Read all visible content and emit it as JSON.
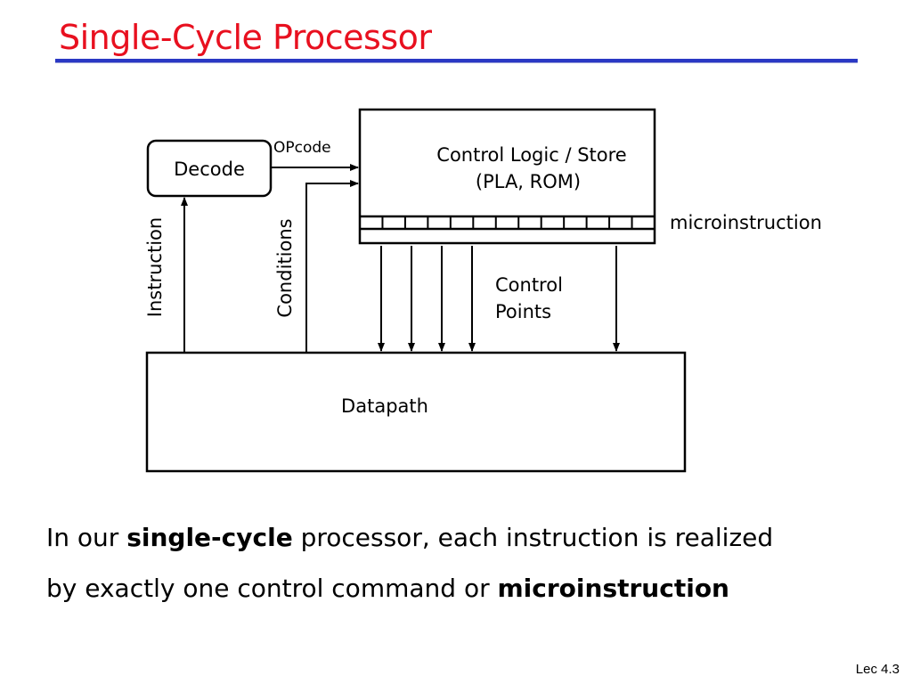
{
  "slide": {
    "title": "Single-Cycle Processor",
    "footer": "Lec 4.3"
  },
  "diagram": {
    "decode_label": "Decode",
    "control_title_line1": "Control Logic / Store",
    "control_title_line2": "(PLA, ROM)",
    "opcode_label": "OPcode",
    "microinstruction_label": "microinstruction",
    "instruction_label": "Instruction",
    "conditions_label": "Conditions",
    "control_points_line1": "Control",
    "control_points_line2": "Points",
    "datapath_label": "Datapath"
  },
  "body": {
    "line1_pre": "In our ",
    "line1_bold": "single-cycle",
    "line1_post": " processor, each instruction is realized",
    "line2_pre": "by exactly one control command or ",
    "line2_bold": "microinstruction"
  }
}
